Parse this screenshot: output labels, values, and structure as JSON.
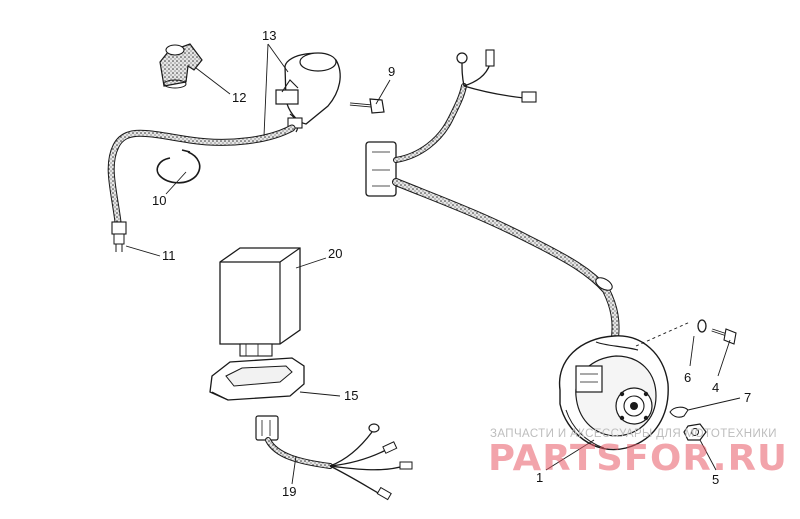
{
  "diagram": {
    "callouts": [
      "1",
      "4",
      "5",
      "6",
      "7",
      "9",
      "10",
      "11",
      "12",
      "13",
      "15",
      "19",
      "20"
    ],
    "watermark": {
      "caption": "ЗАПЧАСТИ И АКСЕССУАРЫ ДЛЯ МОТОТЕХНИКИ",
      "brand": "PARTSFOR.RU"
    },
    "colors": {
      "line": "#1a1a1a",
      "sleeve": "#d9d9d9",
      "watermark_brand": "#e85a68",
      "watermark_caption": "#bdbdbd"
    }
  }
}
